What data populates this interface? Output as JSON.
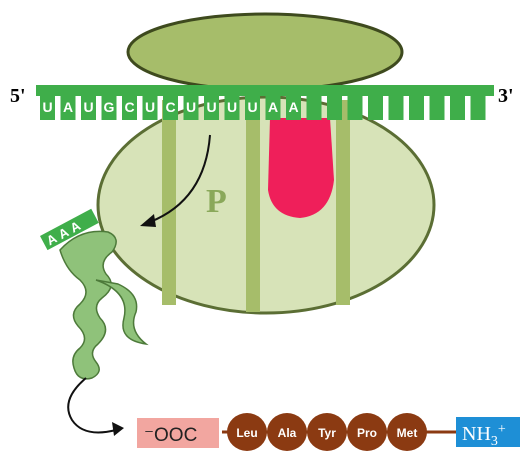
{
  "mrna": {
    "five_prime": "5'",
    "three_prime": "3'",
    "bases": [
      "U",
      "A",
      "U",
      "G",
      "C",
      "U",
      "C",
      "U",
      "U",
      "U",
      "U",
      "A",
      "A"
    ]
  },
  "ribosome": {
    "site_label": "P"
  },
  "trna_anticodon": "AAA",
  "peptide": {
    "c_terminus": "⁻OOC",
    "residues": [
      "Leu",
      "Ala",
      "Tyr",
      "Pro",
      "Met"
    ],
    "n_terminus_base": "NH",
    "n_terminus_sub": "3",
    "n_terminus_sup": "+"
  },
  "colors": {
    "mrna_green": "#3fae4a",
    "ribosome_large": "#d7e3b8",
    "ribosome_small": "#a6bd6a",
    "ribosome_outline": "#5b6e34",
    "trna_green": "#8fc27a",
    "a_site_red": "#ef1f5a",
    "amino_brown": "#8b3a12",
    "cooh_pink": "#f2a6a0",
    "nh3_blue": "#1e8fd6"
  }
}
